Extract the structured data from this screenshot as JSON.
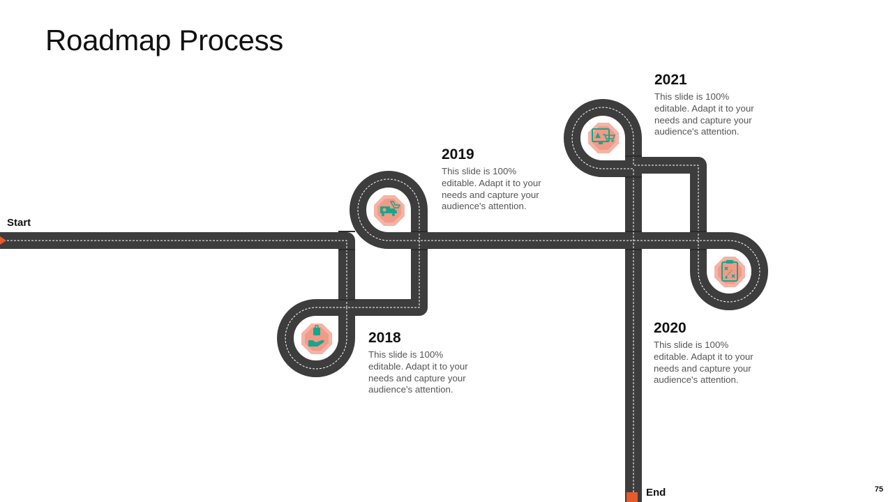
{
  "slide": {
    "title": "Roadmap Process",
    "page_number": "75"
  },
  "path": {
    "start_label": "Start",
    "end_label": "End"
  },
  "milestones": [
    {
      "year": "2018",
      "text": "This slide is 100% editable. Adapt it to your needs and capture your audience's attention.",
      "icon": "hand-holding-bag-icon"
    },
    {
      "year": "2019",
      "text": "This slide is 100% editable. Adapt it to your needs and capture your audience's attention.",
      "icon": "delivery-truck-cart-icon"
    },
    {
      "year": "2020",
      "text": "This slide is 100% editable. Adapt it to your needs and capture your audience's attention.",
      "icon": "strategy-clipboard-icon"
    },
    {
      "year": "2021",
      "text": "This slide is 100% editable. Adapt it to your needs and capture your audience's attention.",
      "icon": "online-shopping-monitor-icon"
    }
  ],
  "colors": {
    "road": "#3d3d3d",
    "road_dash": "#ffffff",
    "accent": "#e85a2c",
    "badge": "#f4b3a6",
    "icon": "#19a58a"
  }
}
